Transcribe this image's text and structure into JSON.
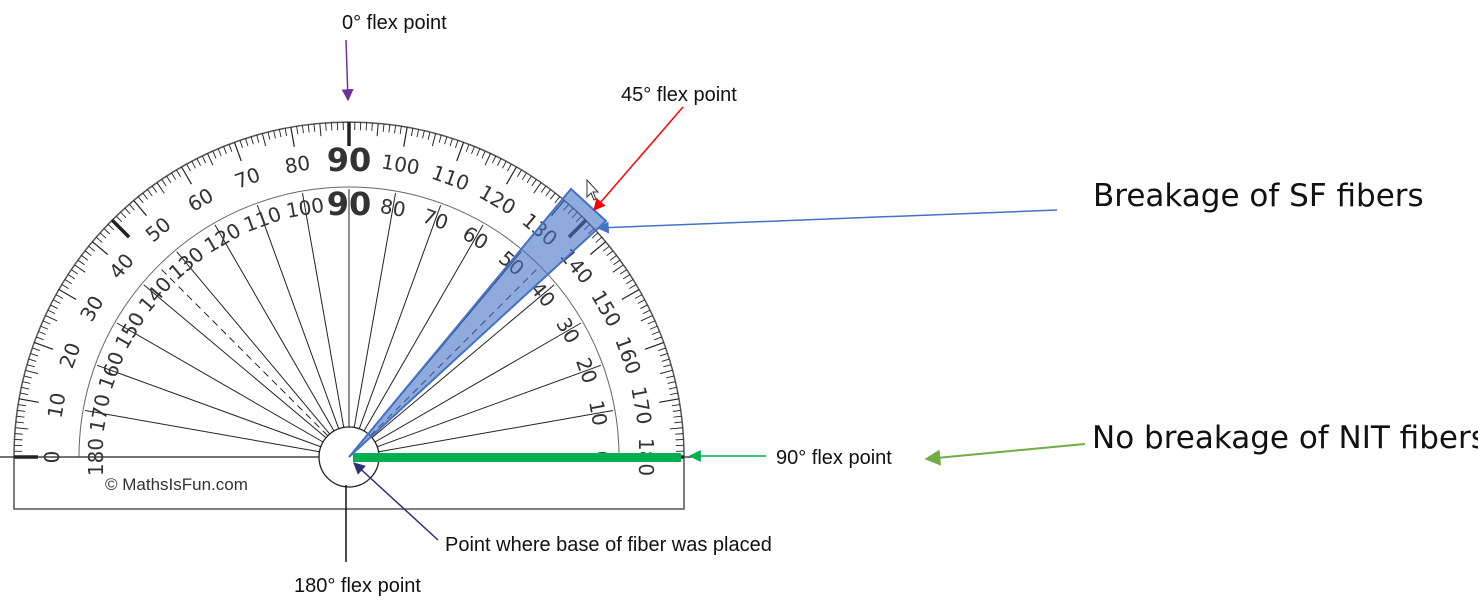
{
  "protractor": {
    "copyright": "© MathsIsFun.com",
    "outer_scale": [
      "0",
      "10",
      "20",
      "30",
      "40",
      "50",
      "60",
      "70",
      "80",
      "90",
      "100",
      "110",
      "120",
      "130",
      "140",
      "150",
      "160",
      "170",
      "180"
    ],
    "inner_scale": [
      "180",
      "170",
      "160",
      "150",
      "140",
      "130",
      "120",
      "110",
      "100",
      "90",
      "80",
      "70",
      "60",
      "50",
      "40",
      "30",
      "20",
      "10",
      "0"
    ],
    "center_label": "90"
  },
  "labels": {
    "zero_flex": "0° flex point",
    "forty_five_flex": "45° flex point",
    "ninety_flex": "90° flex point",
    "one_eighty_flex": "180° flex point",
    "base_point": "Point where base of fiber was placed",
    "sf_breakage": "Breakage of SF fibers",
    "nit_no_breakage": "No breakage of NIT fibers"
  },
  "colors": {
    "purple_arrow": "#7030a0",
    "navy_arrow": "#2f2f7a",
    "red_arrow": "#ff0000",
    "blue_arrow": "#4472c4",
    "green_bar": "#00b050",
    "green_arrow": "#70ad47",
    "wedge_fill": "#4472c4"
  }
}
